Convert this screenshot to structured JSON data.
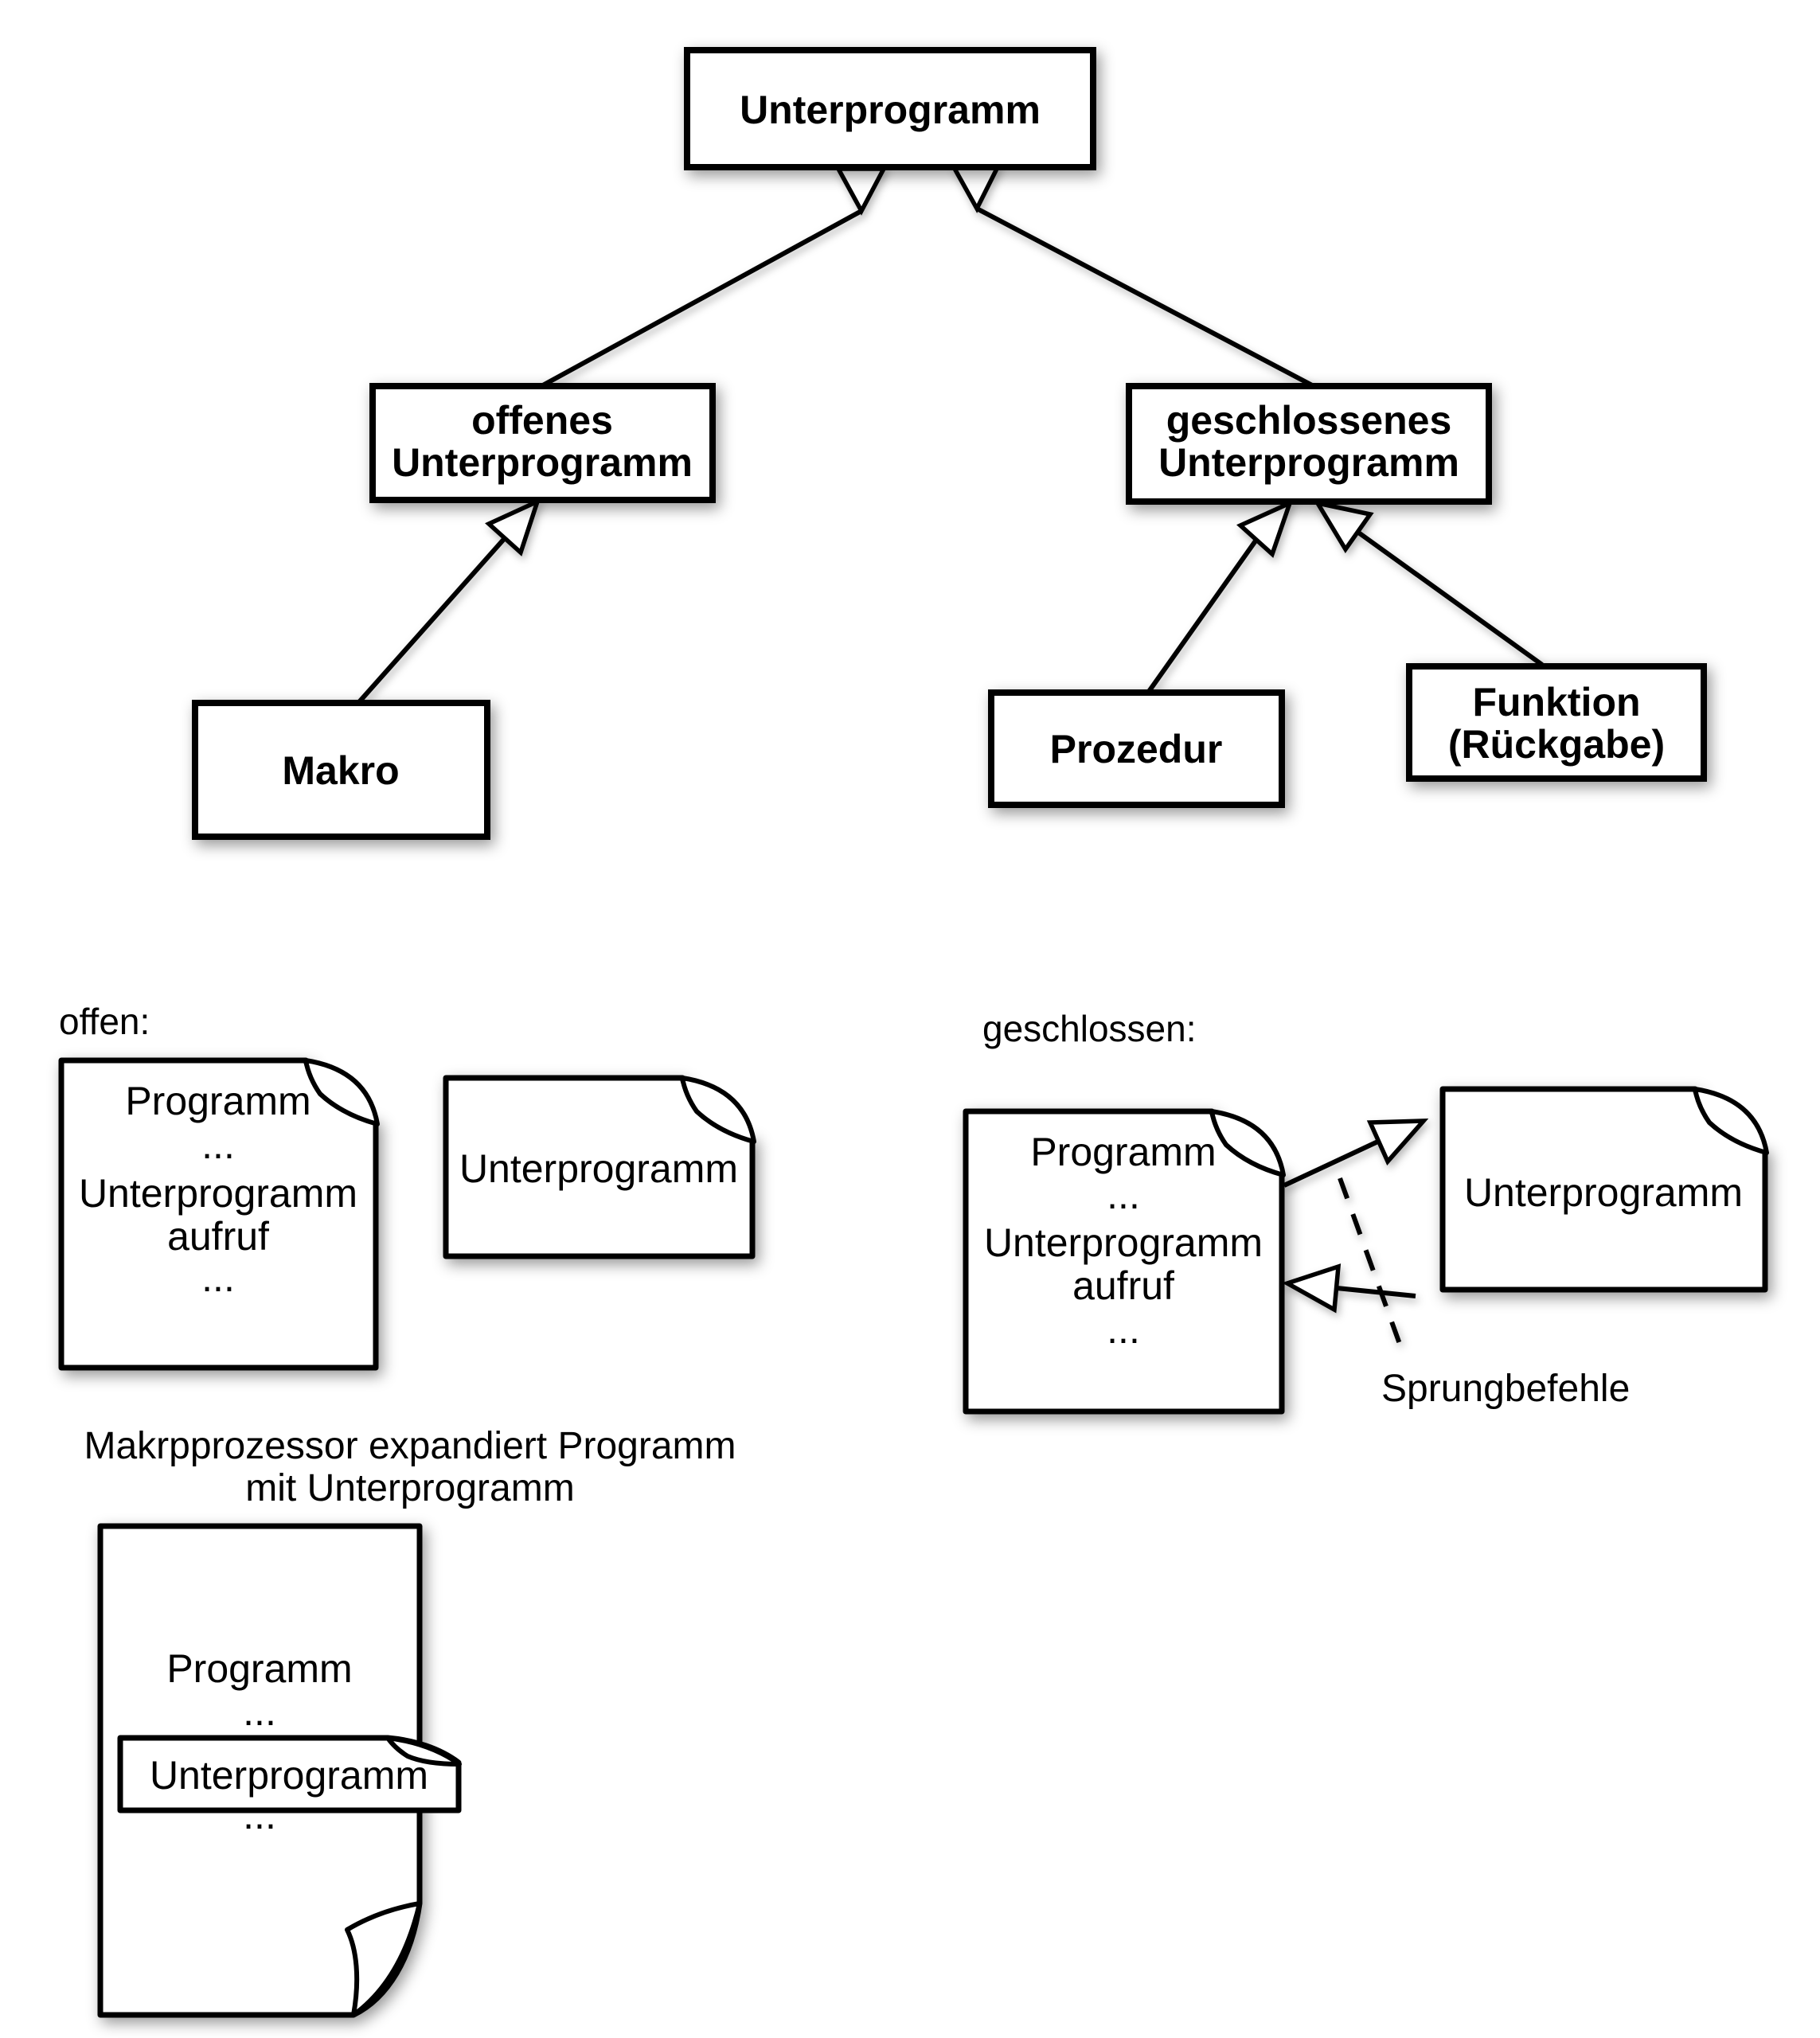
{
  "tree": {
    "root": {
      "label": "Unterprogramm"
    },
    "open": {
      "line1": "offenes",
      "line2": "Unterprogramm"
    },
    "closed": {
      "line1": "geschlossenes",
      "line2": "Unterprogramm"
    },
    "makro": {
      "label": "Makro"
    },
    "prozedur": {
      "label": "Prozedur"
    },
    "funktion": {
      "line1": "Funktion",
      "line2": "(Rückgabe)"
    }
  },
  "open_section": {
    "heading": "offen:",
    "program_doc": {
      "title": "Programm",
      "dots1": "...",
      "call_line1": "Unterprogramm",
      "call_line2": "aufruf",
      "dots2": "..."
    },
    "subprogram_doc": {
      "label": "Unterprogramm"
    },
    "caption": {
      "line1": "Makrpprozessor expandiert Programm",
      "line2": "mit Unterprogramm"
    },
    "expanded_doc": {
      "title": "Programm",
      "dots1": "...",
      "inset_label": "Unterprogramm",
      "dots2": "..."
    }
  },
  "closed_section": {
    "heading": "geschlossen:",
    "program_doc": {
      "title": "Programm",
      "dots1": "...",
      "call_line1": "Unterprogramm",
      "call_line2": "aufruf",
      "dots2": "..."
    },
    "subprogram_doc": {
      "label": "Unterprogramm"
    },
    "jump_label": "Sprungbefehle"
  },
  "colors": {
    "ink": "#000000",
    "paper": "#ffffff",
    "background": "#ffffff"
  }
}
